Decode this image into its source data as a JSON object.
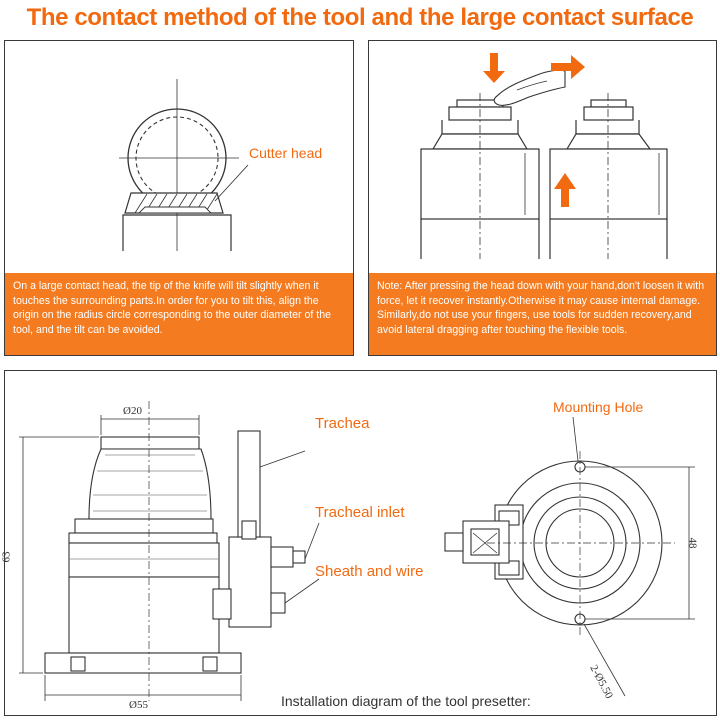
{
  "title": "The contact method of the tool and the large contact surface",
  "panel_left": {
    "label": "Cutter head",
    "note": "On a large contact head, the tip of the knife will tilt slightly when it touches the surrounding parts.In order for you to tilt this, align the origin on the radius circle corresponding to the outer diameter of the tool, and the tilt can be avoided."
  },
  "panel_right": {
    "note": "Note: After pressing the head down with your hand,don't loosen it with force, let it recover instantly.Otherwise it may cause internal damage. Similarly,do not use your fingers, use tools for sudden recovery,and avoid lateral dragging after touching the flexible tools."
  },
  "diagram": {
    "labels": {
      "trachea": "Trachea",
      "tracheal_inlet": "Tracheal inlet",
      "sheath_and_wire": "Sheath and wire",
      "mounting_hole": "Mounting Hole"
    },
    "dimensions": {
      "top_diameter": "Ø20",
      "height": "63",
      "base_diameter": "Ø55",
      "bolt_span": "48",
      "holes": "2-Ø5.50"
    },
    "caption": "Installation diagram of the tool presetter:"
  },
  "colors": {
    "accent": "#f26a10",
    "note_bg": "#f47b20",
    "line": "#333333"
  }
}
